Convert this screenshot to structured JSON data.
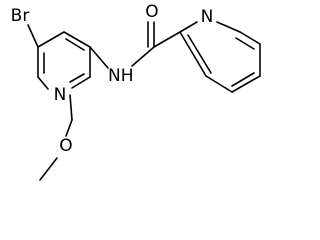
{
  "molecule": {
    "atoms": {
      "bromine": "Br",
      "pyridine_nitrogen_left": "N",
      "amide_nh": "NH",
      "carbonyl_oxygen": "O",
      "pyridine_nitrogen_right": "N",
      "methoxy_oxygen": "O"
    },
    "bond_color": "#000000",
    "label_color": "#000000"
  }
}
